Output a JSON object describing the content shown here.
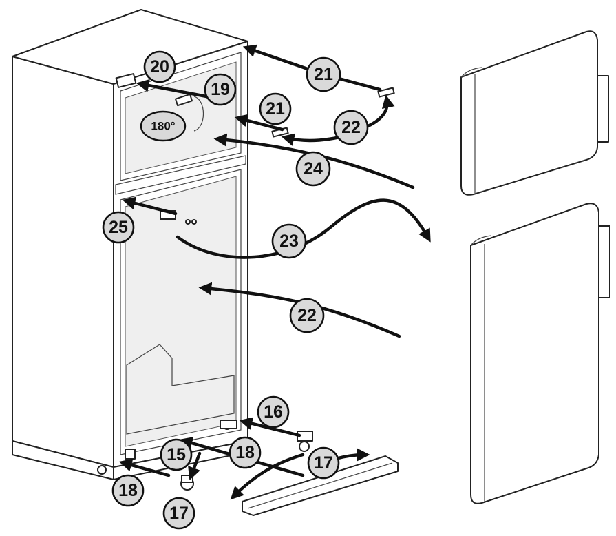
{
  "callouts": [
    {
      "id": "c20",
      "label": "20"
    },
    {
      "id": "c21a",
      "label": "21"
    },
    {
      "id": "c19",
      "label": "19"
    },
    {
      "id": "c21b",
      "label": "21"
    },
    {
      "id": "c22a",
      "label": "22"
    },
    {
      "id": "c24",
      "label": "24"
    },
    {
      "id": "c25",
      "label": "25"
    },
    {
      "id": "c23",
      "label": "23"
    },
    {
      "id": "c22b",
      "label": "22"
    },
    {
      "id": "c16",
      "label": "16"
    },
    {
      "id": "c15",
      "label": "15"
    },
    {
      "id": "c18a",
      "label": "18"
    },
    {
      "id": "c17a",
      "label": "17"
    },
    {
      "id": "c18b",
      "label": "18"
    },
    {
      "id": "c17b",
      "label": "17"
    }
  ],
  "rotation_label": "180°"
}
